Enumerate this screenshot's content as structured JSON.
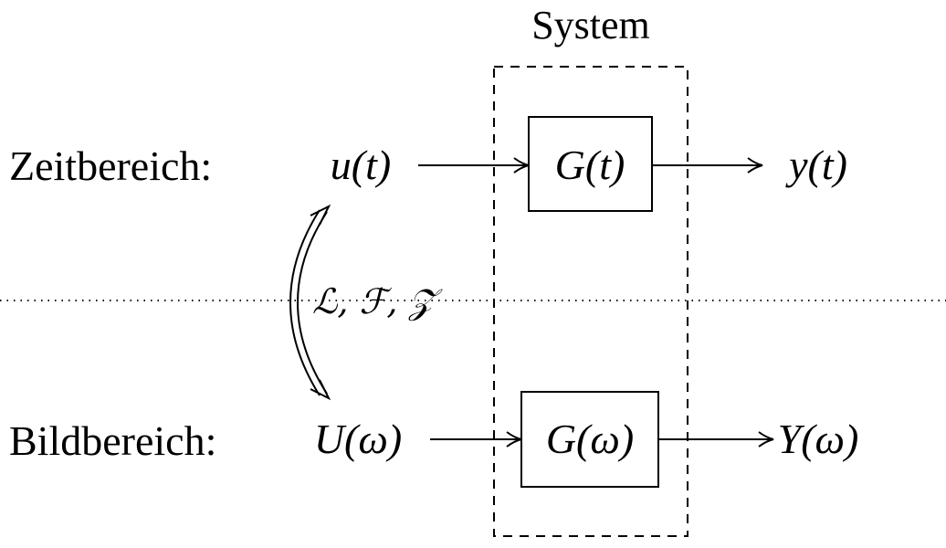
{
  "title": "System",
  "domains": {
    "time": "Zeitbereich:",
    "image": "Bildbereich:"
  },
  "signals": {
    "time_input": "u(t)",
    "time_block": "G(t)",
    "time_output": "y(t)",
    "image_input": "U(ω)",
    "image_block": "G(ω)",
    "image_output": "Y(ω)"
  },
  "transforms": "ℒ, ℱ, 𝒵"
}
